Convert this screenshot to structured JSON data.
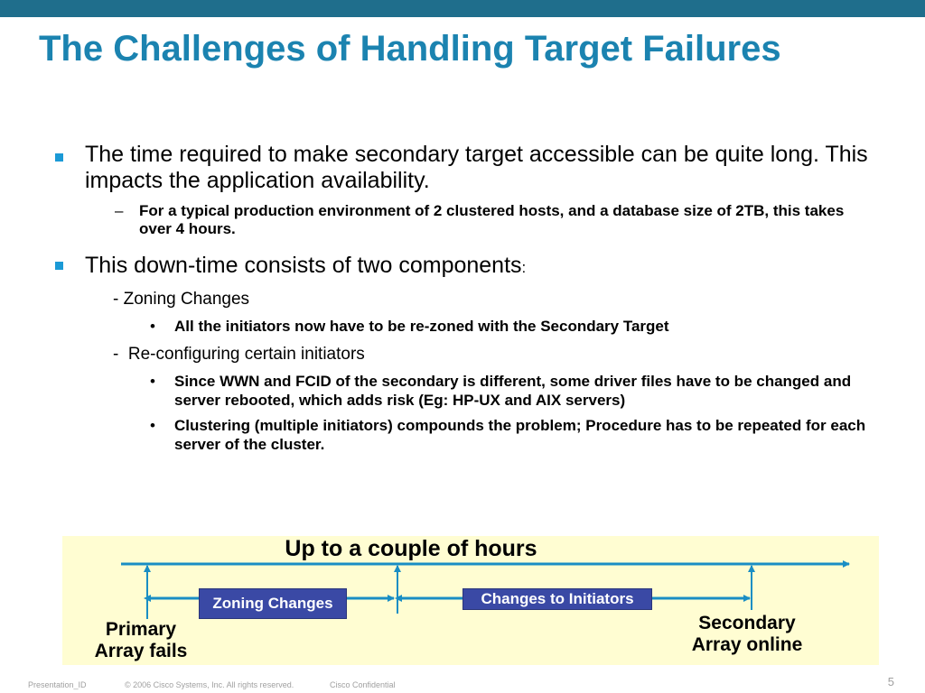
{
  "slide": {
    "title": "The Challenges of Handling Target Failures",
    "bullets": {
      "b1": "The time required to make secondary target accessible can be quite long.  This impacts the application availability.",
      "b1_dash": "–",
      "b1_sub": "For a typical production environment of 2 clustered hosts, and a database size of 2TB, this takes over 4 hours.",
      "b2": "This down-time consists of two components",
      "b2_colon": ":",
      "c1_prefix": "-",
      "c1": "Zoning Changes",
      "c1_dot": "•",
      "c1_item": "All the initiators now have to be re-zoned with the Secondary Target",
      "c2_prefix": "-",
      "c2": "Re-configuring certain initiators",
      "c2_dot1": "•",
      "c2_item1": "Since WWN and FCID of the secondary is different, some driver files have to be changed and server rebooted, which adds risk (Eg: HP-UX and AIX servers)",
      "c2_dot2": "•",
      "c2_item2": "Clustering (multiple initiators) compounds the problem; Procedure has to be repeated for each server of the cluster."
    }
  },
  "timeline": {
    "title": "Up to a couple of hours",
    "phase1": "Zoning Changes",
    "phase2": "Changes to Initiators",
    "start_line1": "Primary",
    "start_line2": "Array fails",
    "end_line1": "Secondary",
    "end_line2": "Array online",
    "colors": {
      "arrow": "#1a8ec4",
      "box_bg": "#fffdd2",
      "phase_bg": "#3a49a5"
    }
  },
  "footer": {
    "presentation_id": "Presentation_ID",
    "copyright": "© 2006 Cisco Systems, Inc. All rights reserved.",
    "confidential": "Cisco Confidential",
    "page_number": "5"
  }
}
